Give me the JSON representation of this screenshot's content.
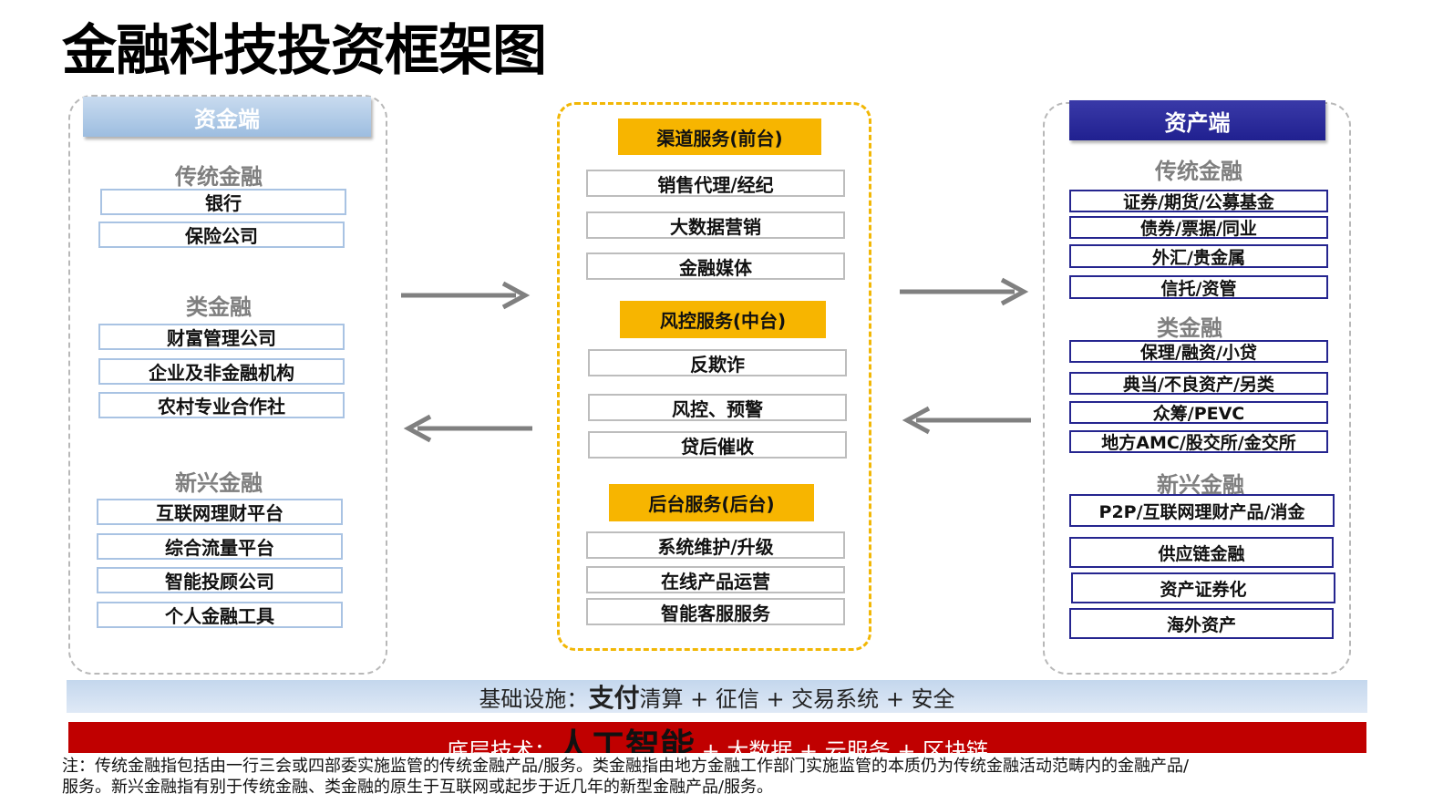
{
  "title": "金融科技投资框架图",
  "funding_side": {
    "header": "资金端",
    "sections": [
      {
        "name": "传统金融",
        "items": [
          "银行",
          "保险公司"
        ]
      },
      {
        "name": "类金融",
        "items": [
          "财富管理公司",
          "企业及非金融机构",
          "农村专业合作社"
        ]
      },
      {
        "name": "新兴金融",
        "items": [
          "互联网理财平台",
          "综合流量平台",
          "智能投顾公司",
          "个人金融工具"
        ]
      }
    ]
  },
  "services": {
    "groups": [
      {
        "name": "渠道服务(前台)",
        "items": [
          "销售代理/经纪",
          "大数据营销",
          "金融媒体"
        ]
      },
      {
        "name": "风控服务(中台)",
        "items": [
          "反欺诈",
          "风控、预警",
          "贷后催收"
        ]
      },
      {
        "name": "后台服务(后台)",
        "items": [
          "系统维护/升级",
          "在线产品运营",
          "智能客服服务"
        ]
      }
    ]
  },
  "asset_side": {
    "header": "资产端",
    "sections": [
      {
        "name": "传统金融",
        "items": [
          "证券/期货/公募基金",
          "债券/票据/同业",
          "外汇/贵金属",
          "信托/资管"
        ]
      },
      {
        "name": "类金融",
        "items": [
          "保理/融资/小贷",
          "典当/不良资产/另类",
          "众筹/PEVC",
          "地方AMC/股交所/金交所"
        ]
      },
      {
        "name": "新兴金融",
        "items": [
          "P2P/互联网理财产品/消金",
          "供应链金融",
          "资产证券化",
          "海外资产"
        ]
      }
    ]
  },
  "infrastructure": {
    "label": "基础设施：",
    "highlight": "支付",
    "rest": "清算 + 征信 + 交易系统 + 安全"
  },
  "technology": {
    "label": "底层技术：",
    "highlight": "人工智能",
    "rest": " + 大数据 + 云服务 + 区块链"
  },
  "note": {
    "line1": "注：传统金融指包括由一行三会或四部委实施监管的传统金融产品/服务。类金融指由地方金融工作部门实施监管的本质仍为传统金融活动范畴内的金融产品/",
    "line2": "服务。新兴金融指有别于传统金融、类金融的原生于互联网或起步于近几年的新型金融产品/服务。"
  },
  "colors": {
    "funding_header": "#9dbde0",
    "asset_header": "#202090",
    "service_header": "#f7b500",
    "tech_bar": "#c00000",
    "arrow": "#808080"
  }
}
